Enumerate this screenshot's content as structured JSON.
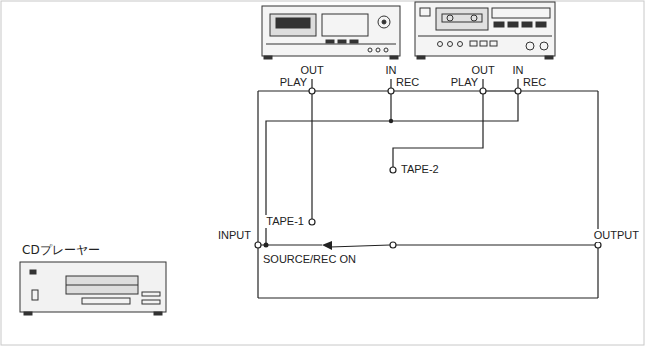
{
  "diagram": {
    "nodes": [
      {
        "text": [
          "CDプレーヤー"
        ]
      }
    ],
    "labels": [
      "OUT",
      "IN",
      "OUT",
      "IN",
      "PLAY",
      "REC",
      "PLAY",
      "REC",
      "TAPE-1",
      "TAPE-2",
      "INPUT",
      "SOURCE/REC ON",
      "OUTPUT"
    ]
  }
}
